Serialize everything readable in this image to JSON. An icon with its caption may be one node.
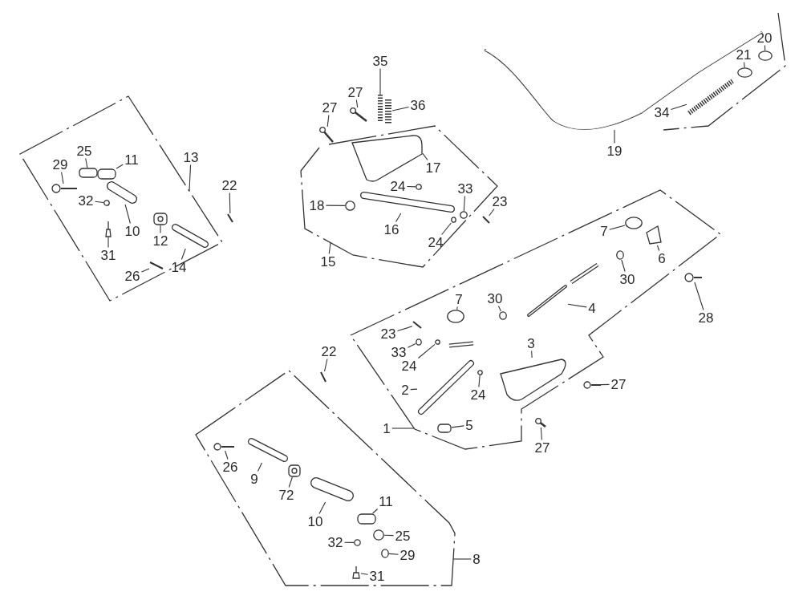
{
  "diagram": {
    "nodes": [
      {
        "text": [
          "29"
        ]
      },
      {
        "text": [
          "25"
        ]
      },
      {
        "text": [
          "11"
        ]
      },
      {
        "text": [
          "13"
        ]
      },
      {
        "text": [
          "22"
        ]
      },
      {
        "text": [
          "32"
        ]
      },
      {
        "text": [
          "10"
        ]
      },
      {
        "text": [
          "12"
        ]
      },
      {
        "text": [
          "14"
        ]
      },
      {
        "text": [
          "31"
        ]
      },
      {
        "text": [
          "26"
        ]
      },
      {
        "text": [
          "35"
        ]
      },
      {
        "text": [
          "27"
        ]
      },
      {
        "text": [
          "27"
        ]
      },
      {
        "text": [
          "36"
        ]
      },
      {
        "text": [
          "17"
        ]
      },
      {
        "text": [
          "24"
        ]
      },
      {
        "text": [
          "33"
        ]
      },
      {
        "text": [
          "23"
        ]
      },
      {
        "text": [
          "18"
        ]
      },
      {
        "text": [
          "16"
        ]
      },
      {
        "text": [
          "24"
        ]
      },
      {
        "text": [
          "15"
        ]
      },
      {
        "text": [
          "20"
        ]
      },
      {
        "text": [
          "21"
        ]
      },
      {
        "text": [
          "34"
        ]
      },
      {
        "text": [
          "19"
        ]
      },
      {
        "text": [
          "7"
        ]
      },
      {
        "text": [
          "6"
        ]
      },
      {
        "text": [
          "30"
        ]
      },
      {
        "text": [
          "4"
        ]
      },
      {
        "text": [
          "28"
        ]
      },
      {
        "text": [
          "7"
        ]
      },
      {
        "text": [
          "30"
        ]
      },
      {
        "text": [
          "23"
        ]
      },
      {
        "text": [
          "33"
        ]
      },
      {
        "text": [
          "24"
        ]
      },
      {
        "text": [
          "3"
        ]
      },
      {
        "text": [
          "2"
        ]
      },
      {
        "text": [
          "24"
        ]
      },
      {
        "text": [
          "27"
        ]
      },
      {
        "text": [
          "1"
        ]
      },
      {
        "text": [
          "5"
        ]
      },
      {
        "text": [
          "27"
        ]
      },
      {
        "text": [
          "22"
        ]
      },
      {
        "text": [
          "26"
        ]
      },
      {
        "text": [
          "9"
        ]
      },
      {
        "text": [
          "72"
        ]
      },
      {
        "text": [
          "10"
        ]
      },
      {
        "text": [
          "11"
        ]
      },
      {
        "text": [
          "32"
        ]
      },
      {
        "text": [
          "25"
        ]
      },
      {
        "text": [
          "29"
        ]
      },
      {
        "text": [
          "31"
        ]
      },
      {
        "text": [
          "8"
        ]
      },
      {
        "text": [],
        "shape": "picture"
      },
      {
        "text": [],
        "shape": "box"
      },
      {
        "text": [],
        "shape": "box"
      },
      {
        "text": [],
        "shape": "picture"
      },
      {
        "text": [],
        "shape": "circle"
      },
      {
        "text": [],
        "shape": "picture"
      },
      {
        "text": [],
        "shape": "picture"
      },
      {
        "text": [],
        "shape": "picture"
      },
      {
        "text": [],
        "shape": "picture"
      },
      {
        "text": [],
        "shape": "picture"
      },
      {
        "text": [],
        "shape": "picture"
      },
      {
        "text": [],
        "shape": "picture"
      },
      {
        "text": [],
        "shape": "picture"
      },
      {
        "text": [],
        "shape": "picture"
      },
      {
        "text": [],
        "shape": "picture"
      },
      {
        "text": [],
        "shape": "circle"
      },
      {
        "text": [],
        "shape": "circle"
      },
      {
        "text": [],
        "shape": "picture"
      },
      {
        "text": [],
        "shape": "circle"
      },
      {
        "text": [],
        "shape": "picture"
      },
      {
        "text": [],
        "shape": "circle"
      },
      {
        "text": [],
        "shape": "circle"
      },
      {
        "text": [],
        "shape": "circle"
      },
      {
        "text": [],
        "shape": "picture"
      },
      {
        "text": [],
        "shape": "picture"
      },
      {
        "text": [],
        "shape": "circle"
      },
      {
        "text": [],
        "shape": "picture"
      },
      {
        "text": [],
        "shape": "circle"
      },
      {
        "text": [],
        "shape": "picture"
      },
      {
        "text": [],
        "shape": "picture"
      },
      {
        "text": [],
        "shape": "circle"
      },
      {
        "text": [],
        "shape": "circle"
      },
      {
        "text": [],
        "shape": "picture"
      },
      {
        "text": [],
        "shape": "circle"
      },
      {
        "text": [],
        "shape": "circle"
      },
      {
        "text": [],
        "shape": "picture"
      },
      {
        "text": [],
        "shape": "picture"
      },
      {
        "text": [],
        "shape": "circle"
      },
      {
        "text": [],
        "shape": "picture"
      },
      {
        "text": [],
        "shape": "box"
      },
      {
        "text": [],
        "shape": "picture"
      },
      {
        "text": [],
        "shape": "picture"
      },
      {
        "text": [],
        "shape": "picture"
      },
      {
        "text": [],
        "shape": "picture"
      },
      {
        "text": [],
        "shape": "picture"
      },
      {
        "text": [],
        "shape": "picture"
      },
      {
        "text": [],
        "shape": "box"
      },
      {
        "text": [],
        "shape": "circle"
      },
      {
        "text": [],
        "shape": "circle"
      },
      {
        "text": [],
        "shape": "circle"
      },
      {
        "text": [],
        "shape": "picture"
      }
    ],
    "edges": [
      {
        "from": 0,
        "to": 55,
        "arrow": "none"
      },
      {
        "from": 1,
        "to": 56,
        "arrow": "none"
      },
      {
        "from": 2,
        "to": 57,
        "arrow": "none"
      },
      {
        "from": 3,
        "to": null,
        "arrow": "none"
      },
      {
        "from": 4,
        "to": 58,
        "arrow": "none"
      },
      {
        "from": 5,
        "to": 59,
        "arrow": "none"
      },
      {
        "from": 6,
        "to": 60,
        "arrow": "none"
      },
      {
        "from": 7,
        "to": 61,
        "arrow": "none"
      },
      {
        "from": 8,
        "to": 62,
        "arrow": "none"
      },
      {
        "from": 9,
        "to": 63,
        "arrow": "none"
      },
      {
        "from": 10,
        "to": 64,
        "arrow": "none"
      },
      {
        "from": 11,
        "to": 65,
        "arrow": "none"
      },
      {
        "from": 12,
        "to": 66,
        "arrow": "none"
      },
      {
        "from": 13,
        "to": 67,
        "arrow": "none"
      },
      {
        "from": 14,
        "to": 68,
        "arrow": "none"
      },
      {
        "from": 15,
        "to": 69,
        "arrow": "none"
      },
      {
        "from": 16,
        "to": 70,
        "arrow": "none"
      },
      {
        "from": 17,
        "to": 71,
        "arrow": "none"
      },
      {
        "from": 18,
        "to": 72,
        "arrow": "none"
      },
      {
        "from": 19,
        "to": 73,
        "arrow": "none"
      },
      {
        "from": 20,
        "to": 74,
        "arrow": "none"
      },
      {
        "from": 21,
        "to": 75,
        "arrow": "none"
      },
      {
        "from": 22,
        "to": null,
        "arrow": "none"
      },
      {
        "from": 23,
        "to": 76,
        "arrow": "none"
      },
      {
        "from": 24,
        "to": 77,
        "arrow": "none"
      },
      {
        "from": 25,
        "to": 78,
        "arrow": "none"
      },
      {
        "from": 26,
        "to": 79,
        "arrow": "none"
      },
      {
        "from": 27,
        "to": 80,
        "arrow": "none"
      },
      {
        "from": 28,
        "to": 81,
        "arrow": "none"
      },
      {
        "from": 29,
        "to": 82,
        "arrow": "none"
      },
      {
        "from": 30,
        "to": 83,
        "arrow": "none"
      },
      {
        "from": 31,
        "to": 84,
        "arrow": "none"
      },
      {
        "from": 32,
        "to": 85,
        "arrow": "none"
      },
      {
        "from": 33,
        "to": 86,
        "arrow": "none"
      },
      {
        "from": 34,
        "to": 87,
        "arrow": "none"
      },
      {
        "from": 35,
        "to": 88,
        "arrow": "none"
      },
      {
        "from": 36,
        "to": 89,
        "arrow": "none"
      },
      {
        "from": 37,
        "to": 90,
        "arrow": "none"
      },
      {
        "from": 38,
        "to": 91,
        "arrow": "none"
      },
      {
        "from": 39,
        "to": 92,
        "arrow": "none"
      },
      {
        "from": 40,
        "to": 93,
        "arrow": "none"
      },
      {
        "from": 41,
        "to": null,
        "arrow": "none"
      },
      {
        "from": 42,
        "to": 94,
        "arrow": "none"
      },
      {
        "from": 43,
        "to": 95,
        "arrow": "none"
      },
      {
        "from": 44,
        "to": 96,
        "arrow": "none"
      },
      {
        "from": 45,
        "to": 97,
        "arrow": "none"
      },
      {
        "from": 46,
        "to": 98,
        "arrow": "none"
      },
      {
        "from": 47,
        "to": 99,
        "arrow": "none"
      },
      {
        "from": 48,
        "to": 100,
        "arrow": "none"
      },
      {
        "from": 49,
        "to": 101,
        "arrow": "none"
      },
      {
        "from": 50,
        "to": 102,
        "arrow": "none"
      },
      {
        "from": 51,
        "to": 103,
        "arrow": "none"
      },
      {
        "from": 52,
        "to": 104,
        "arrow": "none"
      },
      {
        "from": 53,
        "to": 105,
        "arrow": "none"
      },
      {
        "from": 54,
        "to": null,
        "arrow": "none"
      }
    ]
  }
}
